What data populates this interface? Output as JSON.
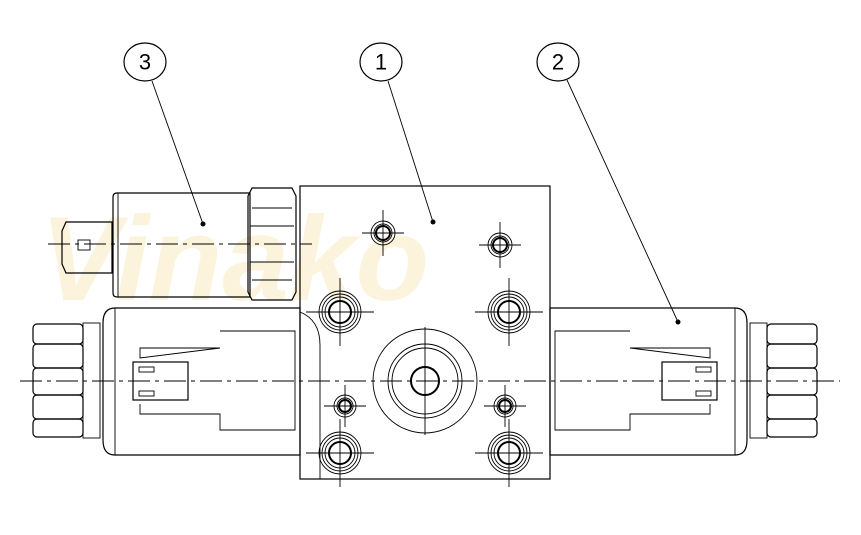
{
  "watermark": "Vinako",
  "balloons": [
    {
      "id": "3",
      "label": "3"
    },
    {
      "id": "1",
      "label": "1"
    },
    {
      "id": "2",
      "label": "2"
    }
  ],
  "colors": {
    "line": "#000000",
    "watermark": "#fbf3dc",
    "background": "#ffffff"
  }
}
